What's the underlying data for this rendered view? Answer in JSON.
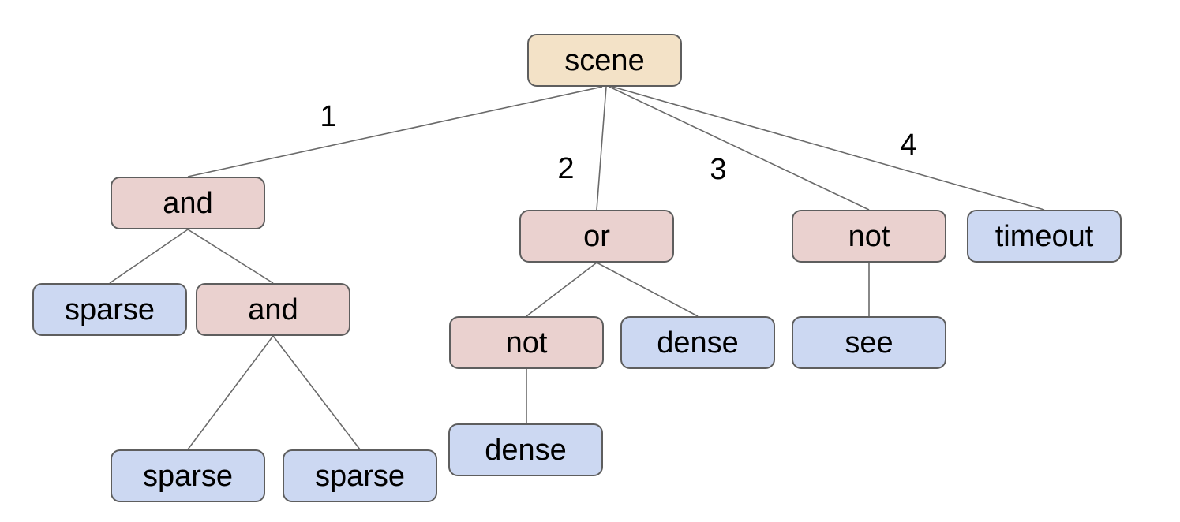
{
  "colors": {
    "root_fill": "#f3e2c7",
    "operator_fill": "#ead1cf",
    "leaf_fill": "#ccd8f2",
    "node_border": "#5e5e5e",
    "edge_line": "#6a6a6a",
    "text": "#000000",
    "background": "#ffffff"
  },
  "tree": {
    "root_id": "scene",
    "nodes": [
      {
        "id": "scene",
        "label": "scene",
        "kind": "root"
      },
      {
        "id": "and-1",
        "label": "and",
        "kind": "operator"
      },
      {
        "id": "or-1",
        "label": "or",
        "kind": "operator"
      },
      {
        "id": "not-1",
        "label": "not",
        "kind": "operator"
      },
      {
        "id": "timeout-1",
        "label": "timeout",
        "kind": "leaf"
      },
      {
        "id": "sparse-1",
        "label": "sparse",
        "kind": "leaf"
      },
      {
        "id": "and-2",
        "label": "and",
        "kind": "operator"
      },
      {
        "id": "not-2",
        "label": "not",
        "kind": "operator"
      },
      {
        "id": "dense-1",
        "label": "dense",
        "kind": "leaf"
      },
      {
        "id": "see-1",
        "label": "see",
        "kind": "leaf"
      },
      {
        "id": "sparse-2",
        "label": "sparse",
        "kind": "leaf"
      },
      {
        "id": "sparse-3",
        "label": "sparse",
        "kind": "leaf"
      },
      {
        "id": "dense-2",
        "label": "dense",
        "kind": "leaf"
      }
    ],
    "edges": [
      {
        "from": "scene",
        "to": "and-1",
        "label": "1"
      },
      {
        "from": "scene",
        "to": "or-1",
        "label": "2"
      },
      {
        "from": "scene",
        "to": "not-1",
        "label": "3"
      },
      {
        "from": "scene",
        "to": "timeout-1",
        "label": "4"
      },
      {
        "from": "and-1",
        "to": "sparse-1"
      },
      {
        "from": "and-1",
        "to": "and-2"
      },
      {
        "from": "and-2",
        "to": "sparse-2"
      },
      {
        "from": "and-2",
        "to": "sparse-3"
      },
      {
        "from": "or-1",
        "to": "not-2"
      },
      {
        "from": "or-1",
        "to": "dense-1"
      },
      {
        "from": "not-2",
        "to": "dense-2"
      },
      {
        "from": "not-1",
        "to": "see-1"
      }
    ]
  }
}
